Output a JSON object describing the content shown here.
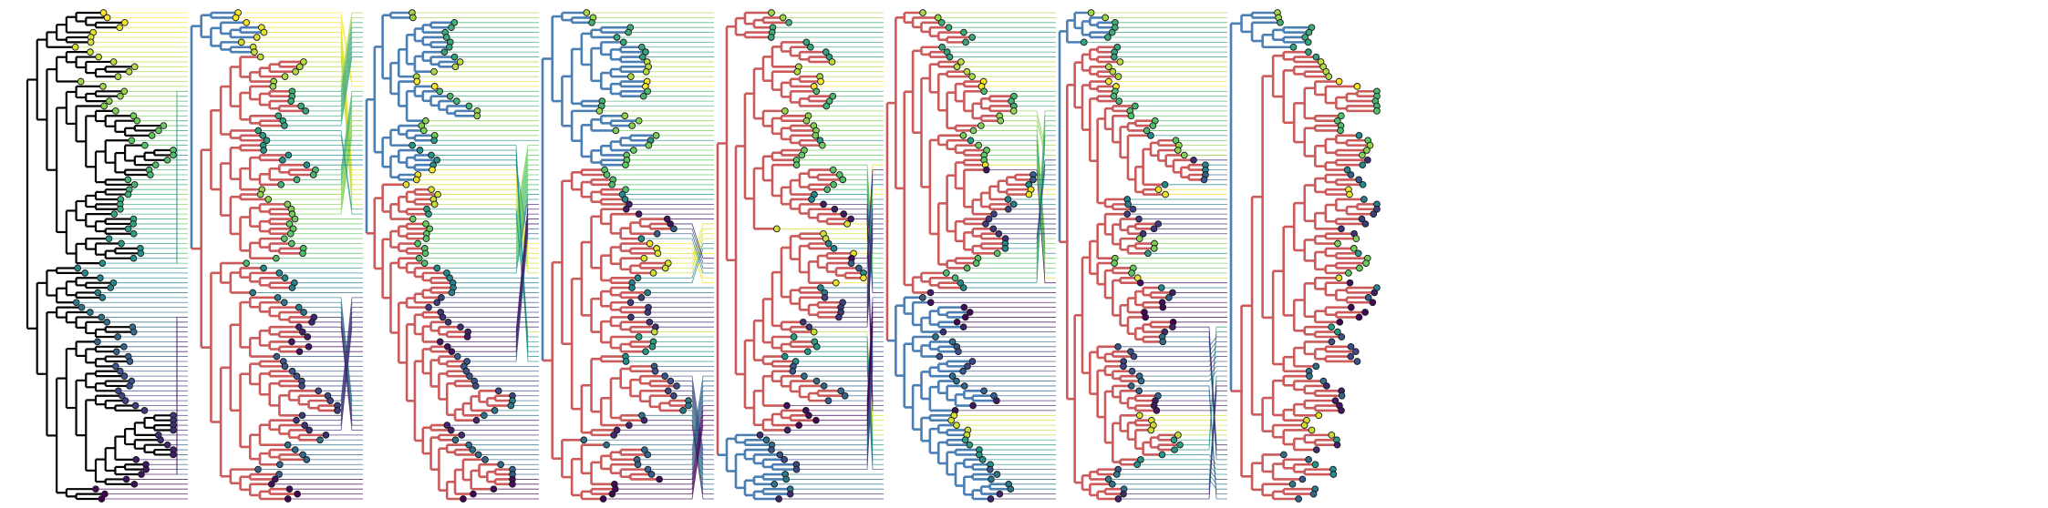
{
  "figure": {
    "kind": "tanglegram",
    "panel_count": 8,
    "tip_count": 100,
    "colors": {
      "reference_tree": "#000000",
      "tree_clade_a": "#4a7fb5",
      "tree_clade_b": "#cc5a5a",
      "tip_edge": "#1a1a1a",
      "background": "#ffffff"
    },
    "colormap": "viridis",
    "colormap_stops": [
      "#440154",
      "#3b528b",
      "#21918c",
      "#5ec962",
      "#fde725"
    ]
  },
  "chart_data": {
    "type": "tanglegram",
    "description_visible_text": "",
    "panels": [
      {
        "id": 0,
        "style": "reference"
      },
      {
        "id": 1,
        "style": "colored"
      },
      {
        "id": 2,
        "style": "colored"
      },
      {
        "id": 3,
        "style": "colored"
      },
      {
        "id": 4,
        "style": "colored"
      },
      {
        "id": 5,
        "style": "colored"
      },
      {
        "id": 6,
        "style": "colored"
      },
      {
        "id": 7,
        "style": "colored"
      }
    ]
  }
}
